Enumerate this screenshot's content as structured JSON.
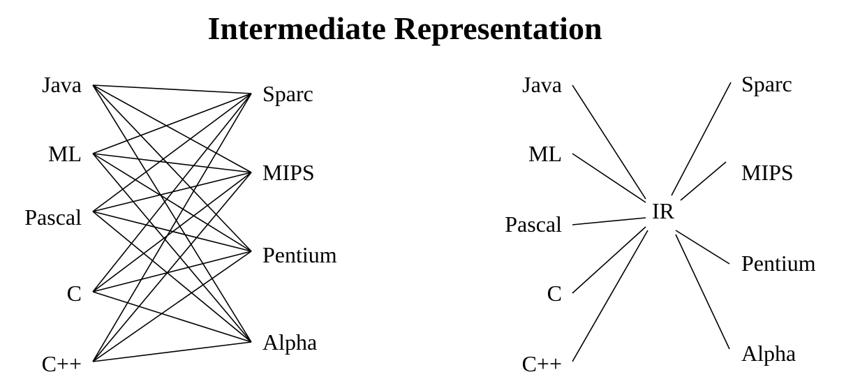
{
  "title": "Intermediate Representation",
  "colors": {
    "ink": "#000000",
    "background": "#ffffff"
  },
  "left_diagram": {
    "sources": [
      "Java",
      "ML",
      "Pascal",
      "C",
      "C++"
    ],
    "targets": [
      "Sparc",
      "MIPS",
      "Pentium",
      "Alpha"
    ],
    "connectivity": "every source connected to every target"
  },
  "right_diagram": {
    "hub": "IR",
    "sources": [
      "Java",
      "ML",
      "Pascal",
      "C",
      "C++"
    ],
    "targets": [
      "Sparc",
      "MIPS",
      "Pentium",
      "Alpha"
    ],
    "connectivity": "every source and target connected only to the hub"
  }
}
